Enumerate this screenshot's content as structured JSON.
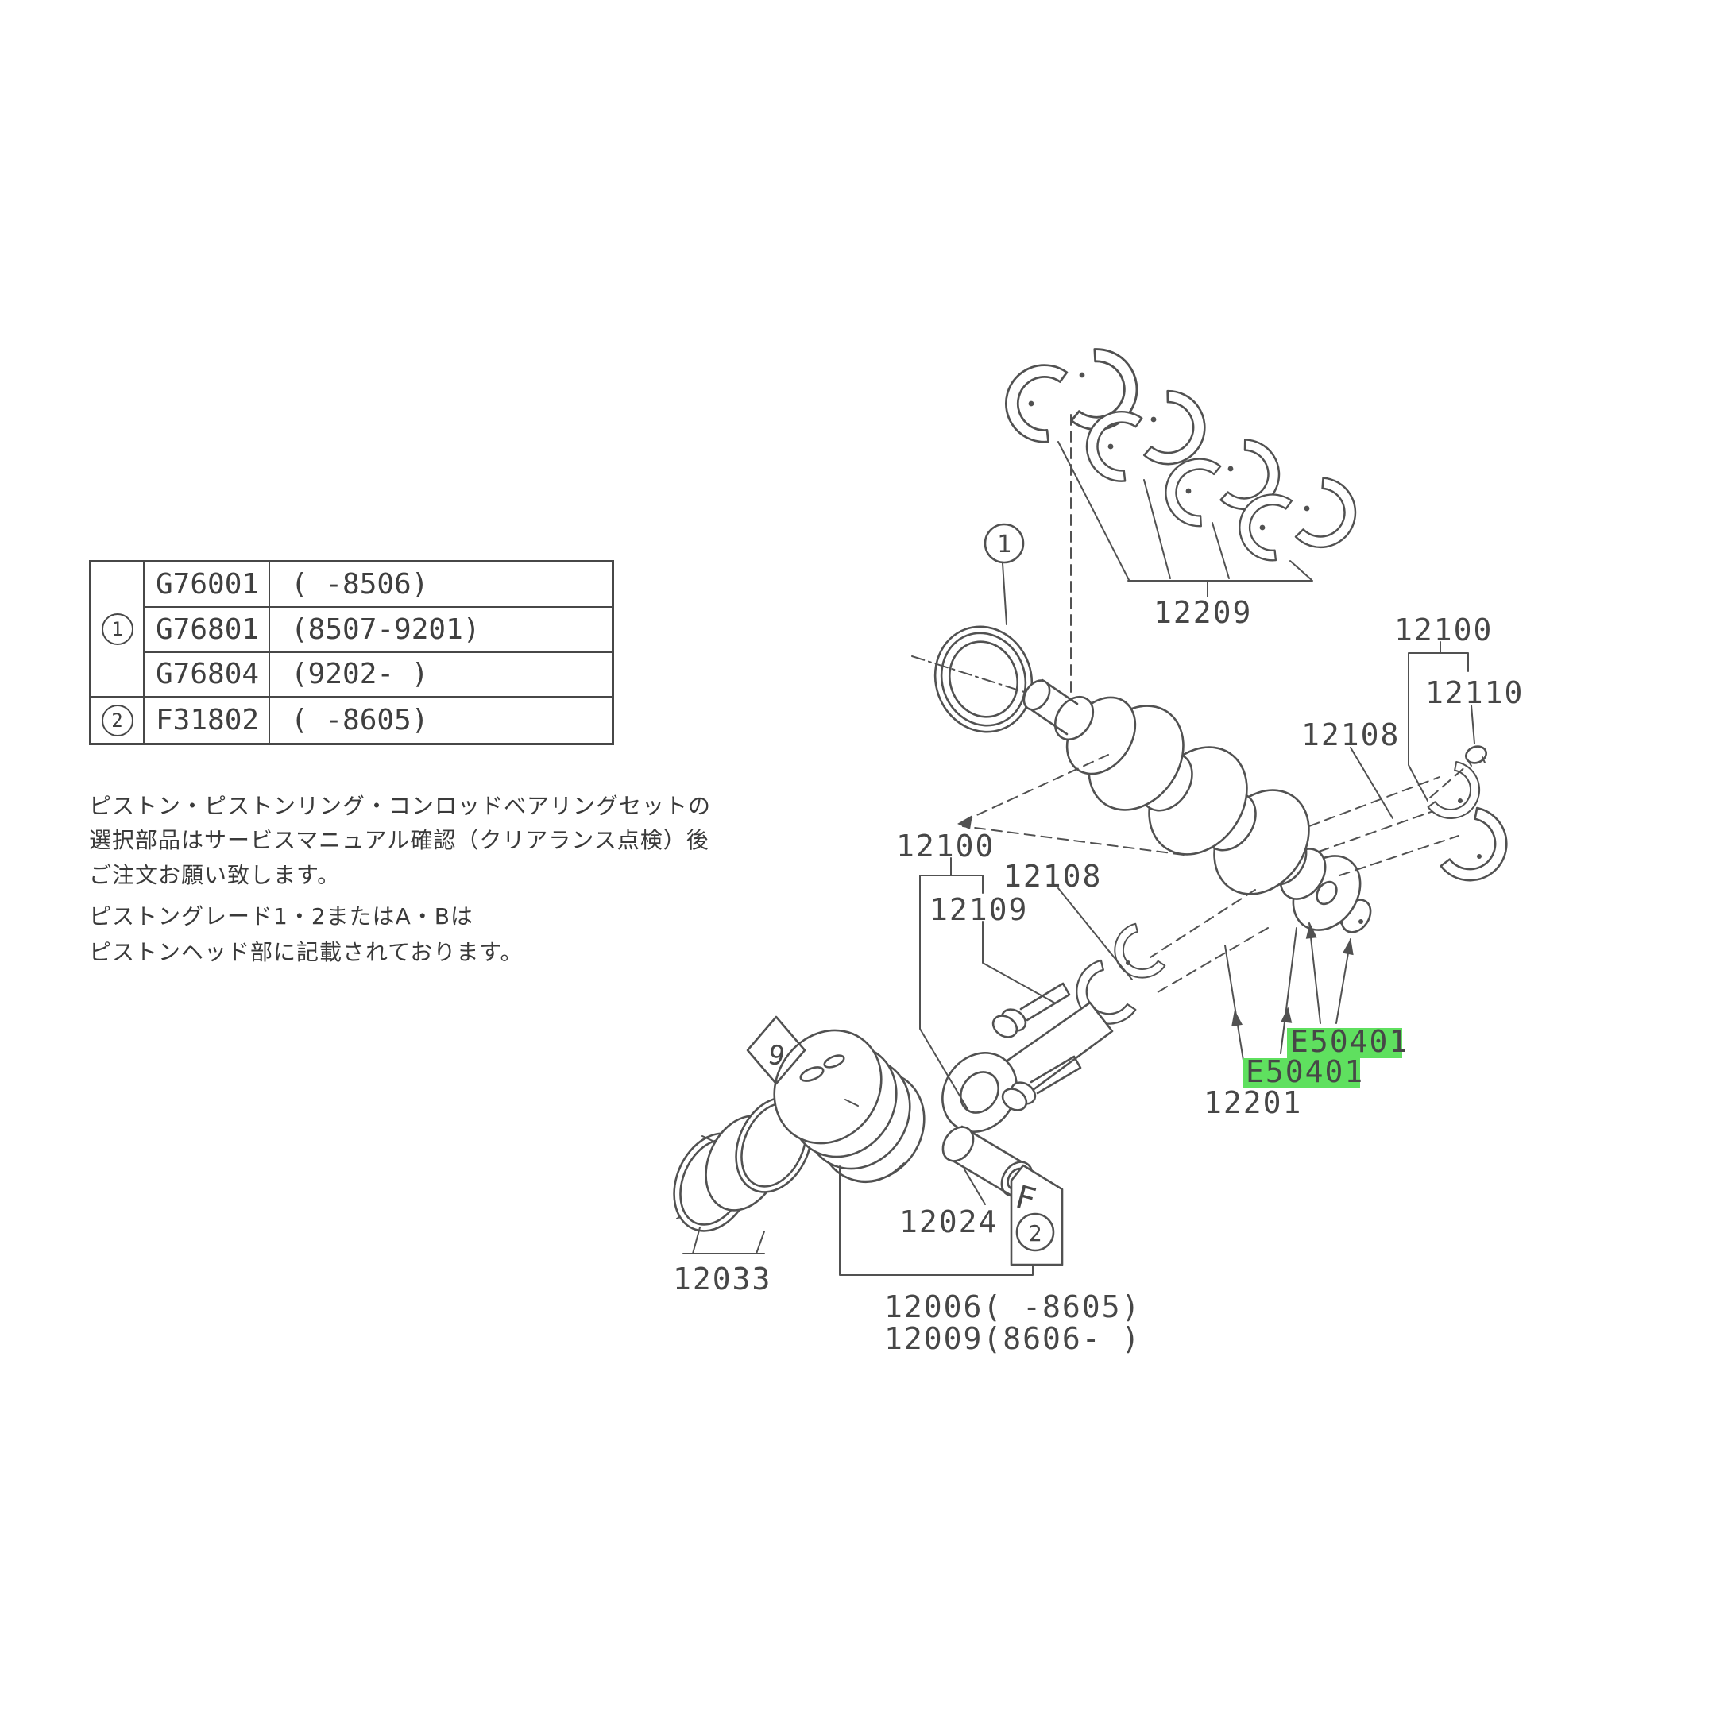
{
  "page": {
    "background": "#ffffff",
    "line_color": "#515151",
    "text_color": "#3f3f3f",
    "highlight_color": "#5fe05f"
  },
  "table": {
    "groups": [
      {
        "ref": "1",
        "rows": [
          {
            "code": "G76001",
            "range": "(  -8506)"
          },
          {
            "code": "G76801",
            "range": "(8507-9201)"
          },
          {
            "code": "G76804",
            "range": "(9202-   )"
          }
        ]
      },
      {
        "ref": "2",
        "rows": [
          {
            "code": "F31802",
            "range": "(  -8605)"
          }
        ]
      }
    ]
  },
  "notes": {
    "lines": [
      "ピストン・ピストンリング・コンロッドベアリングセットの",
      "選択部品はサービスマニュアル確認（クリアランス点検）後",
      "ご注文お願い致します。",
      "ピストングレード1・2またはA・Bは",
      "ピストンヘッド部に記載されております。"
    ]
  },
  "labels": {
    "bearing_set": "12209",
    "crank_right": "12100",
    "bolt_small": "12110",
    "shell_right": "12108",
    "crank_left": "12100",
    "shell_left": "12108",
    "rod_bolt": "12109",
    "e50401_a": "E50401",
    "e50401_b": "E50401",
    "rod": "12201",
    "rings": "12033",
    "pin": "12024",
    "piston_old": "12006(  -8605)",
    "piston_new": "12009(8606-   )"
  },
  "callouts": {
    "seal_ref": "1",
    "pin_ref": "2",
    "grade_mark": "9",
    "tag_letter": "F"
  }
}
